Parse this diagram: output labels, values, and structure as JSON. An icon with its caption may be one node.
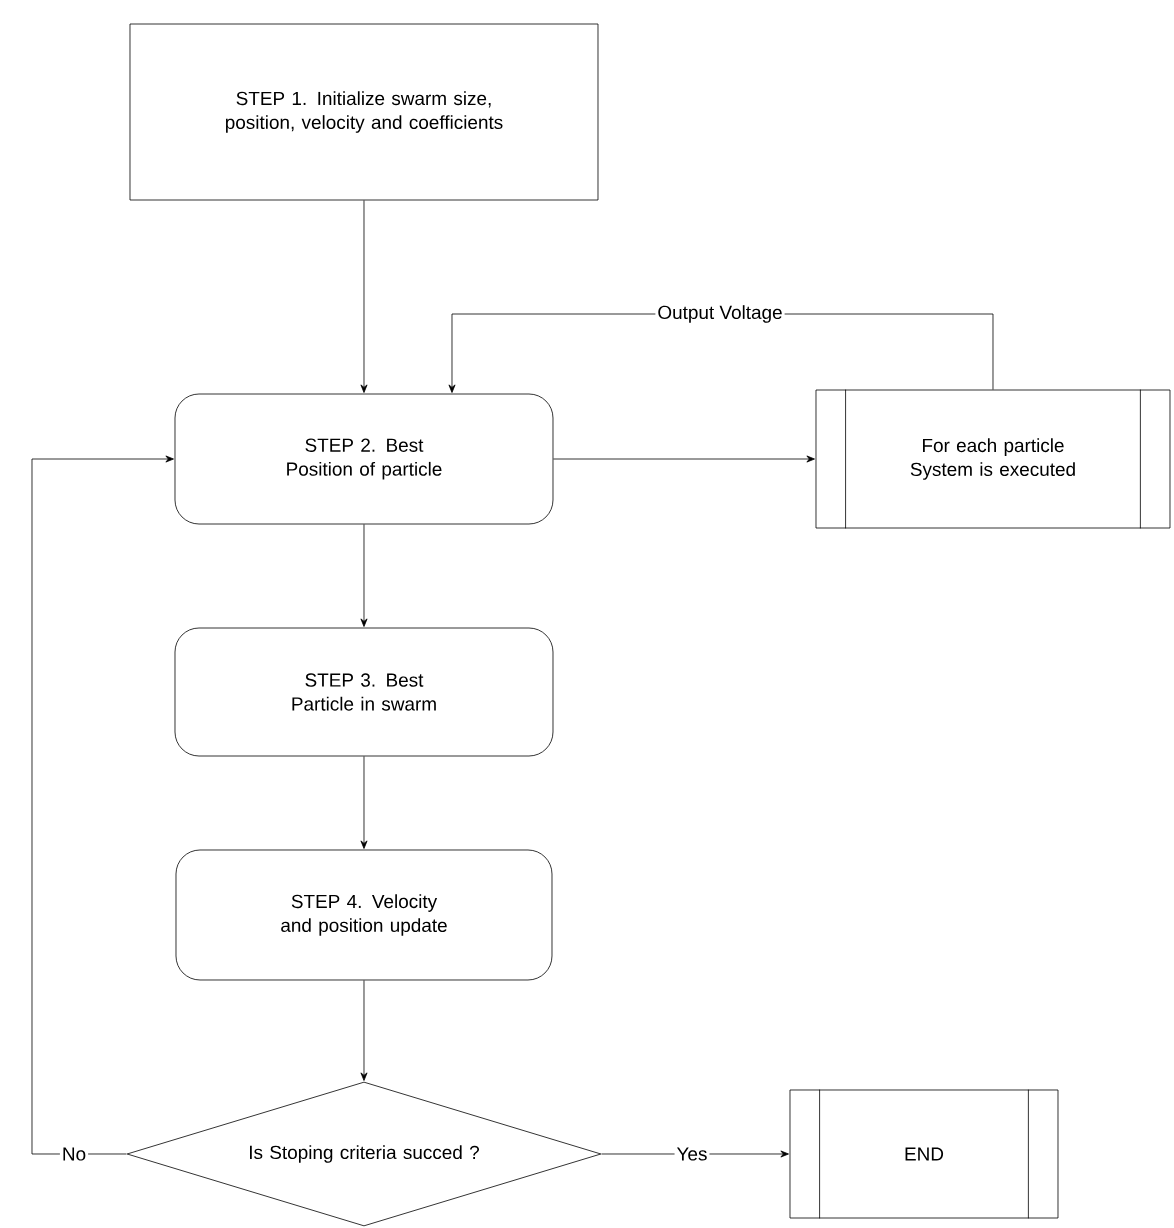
{
  "diagram": {
    "nodes": [
      {
        "text": [
          "STEP 1. Initialize swarm size, position, velocity and coefficients"
        ]
      },
      {
        "text": [
          "STEP 2. Best Position of particle"
        ]
      },
      {
        "text": [
          "For each particle System is executed"
        ]
      },
      {
        "text": [
          "STEP 3. Best Particle in swarm"
        ]
      },
      {
        "text": [
          "STEP 4. Velocity and position update"
        ]
      },
      {
        "text": [
          "Is Stoping criteria succed ?"
        ]
      },
      {
        "text": [
          "END"
        ]
      }
    ],
    "edges": [
      {
        "from": 0,
        "to": 1,
        "arrow": "to"
      },
      {
        "from": 2,
        "to": 1,
        "arrow": "to",
        "label": "Output Voltage"
      },
      {
        "from": 1,
        "to": 2,
        "arrow": "to"
      },
      {
        "from": 1,
        "to": 3,
        "arrow": "to"
      },
      {
        "from": 3,
        "to": 4,
        "arrow": "to"
      },
      {
        "from": 4,
        "to": 5,
        "arrow": "to"
      },
      {
        "from": 5,
        "to": 1,
        "arrow": "to",
        "label": "No"
      },
      {
        "from": 5,
        "to": 6,
        "arrow": "to",
        "label": "Yes"
      }
    ]
  }
}
